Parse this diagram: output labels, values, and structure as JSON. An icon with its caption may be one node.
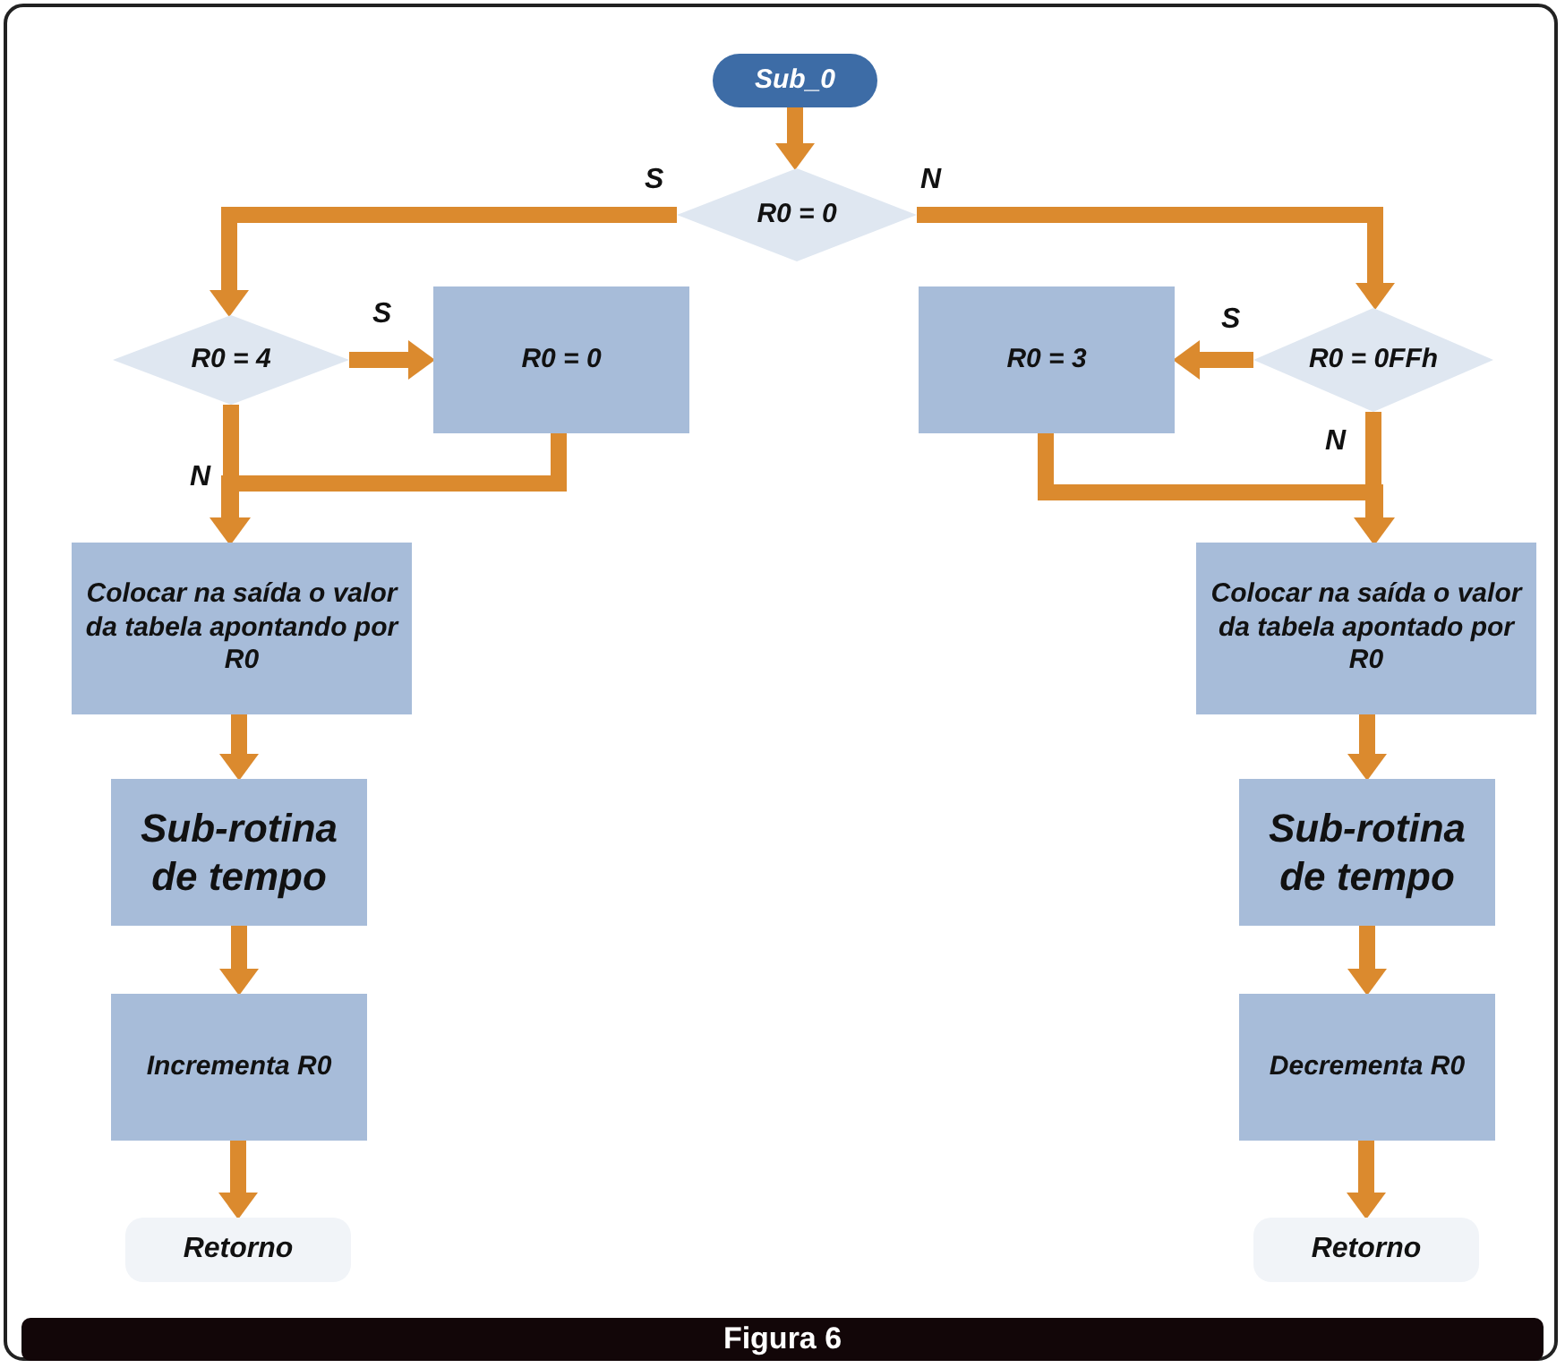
{
  "diagram": {
    "caption": "Figura 6",
    "nodes": [
      {
        "text": [
          "Sub_0"
        ]
      },
      {
        "text": [
          "R0 = 0"
        ]
      },
      {
        "text": [
          "R0 = 4"
        ]
      },
      {
        "text": [
          "R0 = 0"
        ]
      },
      {
        "text": [
          "R0 = 3"
        ]
      },
      {
        "text": [
          "R0 = 0FFh"
        ]
      },
      {
        "text": [
          "Colocar na saída o valor da tabela apontando por R0"
        ]
      },
      {
        "text": [
          "Sub-rotina de tempo"
        ]
      },
      {
        "text": [
          "Incrementa R0"
        ]
      },
      {
        "text": [
          "Retorno"
        ]
      },
      {
        "text": [
          "Colocar na saída o valor da tabela apontado por R0"
        ]
      },
      {
        "text": [
          "Sub-rotina de tempo"
        ]
      },
      {
        "text": [
          "Decrementa R0"
        ]
      },
      {
        "text": [
          "Retorno"
        ]
      }
    ],
    "edges": [
      {
        "from": 0,
        "to": 1,
        "arrow": "to"
      },
      {
        "from": 1,
        "to": 2,
        "arrow": "to",
        "label": "S"
      },
      {
        "from": 1,
        "to": 5,
        "arrow": "to",
        "label": "N"
      },
      {
        "from": 2,
        "to": 3,
        "arrow": "to",
        "label": "S"
      },
      {
        "from": 5,
        "to": 4,
        "arrow": "to",
        "label": "S"
      },
      {
        "from": 2,
        "to": 6,
        "arrow": "to",
        "label": "N"
      },
      {
        "from": 3,
        "to": 6,
        "arrow": "to"
      },
      {
        "from": 5,
        "to": 10,
        "arrow": "to",
        "label": "N"
      },
      {
        "from": 4,
        "to": 10,
        "arrow": "to"
      },
      {
        "from": 6,
        "to": 7,
        "arrow": "to"
      },
      {
        "from": 7,
        "to": 8,
        "arrow": "to"
      },
      {
        "from": 8,
        "to": 9,
        "arrow": "to"
      },
      {
        "from": 10,
        "to": 11,
        "arrow": "to"
      },
      {
        "from": 11,
        "to": 12,
        "arrow": "to"
      },
      {
        "from": 12,
        "to": 13,
        "arrow": "to"
      }
    ]
  }
}
